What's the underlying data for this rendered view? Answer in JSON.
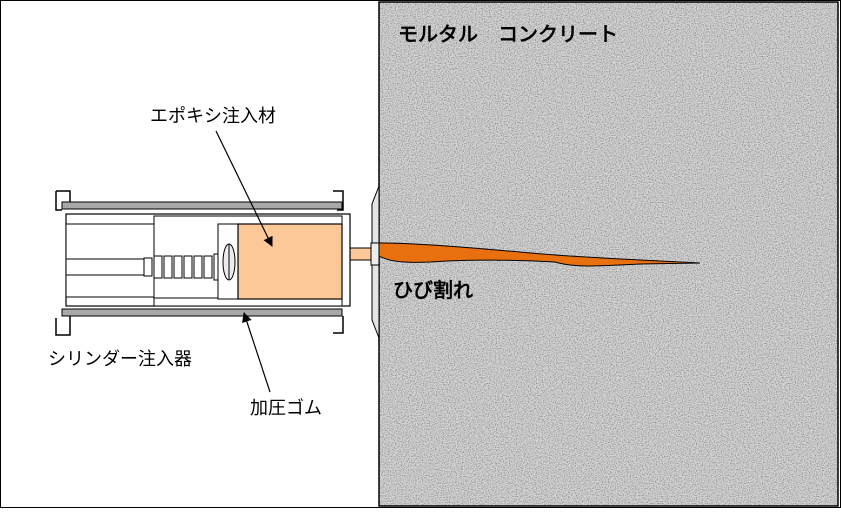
{
  "labels": {
    "concrete": "モルタル　コンクリート",
    "epoxy": "エポキシ注入材",
    "crack": "ひび割れ",
    "injector": "シリンダー注入器",
    "rubber": "加圧ゴム"
  },
  "colors": {
    "concrete_base": "#d4d4d4",
    "epoxy_fill": "#fcc898",
    "crack_fill": "#e8700e",
    "metal_rail": "#a8a8a8",
    "outline": "#000000",
    "frame": "#000000"
  },
  "icons": {
    "spring": "spring-coil-icon",
    "piston_disc": "piston-disc-icon"
  }
}
